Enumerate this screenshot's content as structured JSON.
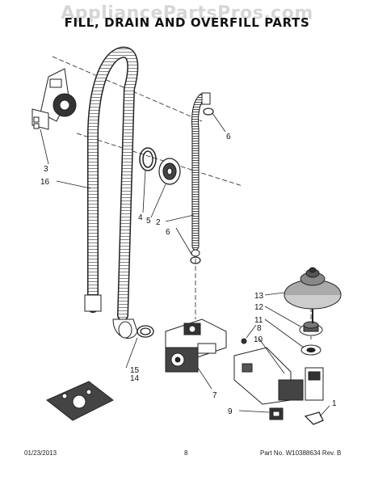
{
  "watermark": "AppliancePartsPros.com",
  "title": "FILL, DRAIN AND OVERFILL PARTS",
  "callouts": [
    "1",
    "2",
    "3",
    "4",
    "5",
    "6",
    "6",
    "7",
    "8",
    "9",
    "10",
    "11",
    "12",
    "13",
    "14",
    "15",
    "16"
  ],
  "footer": {
    "date": "01/23/2013",
    "page": "8",
    "part_number": "Part No.  W10388634  Rev.  B"
  }
}
